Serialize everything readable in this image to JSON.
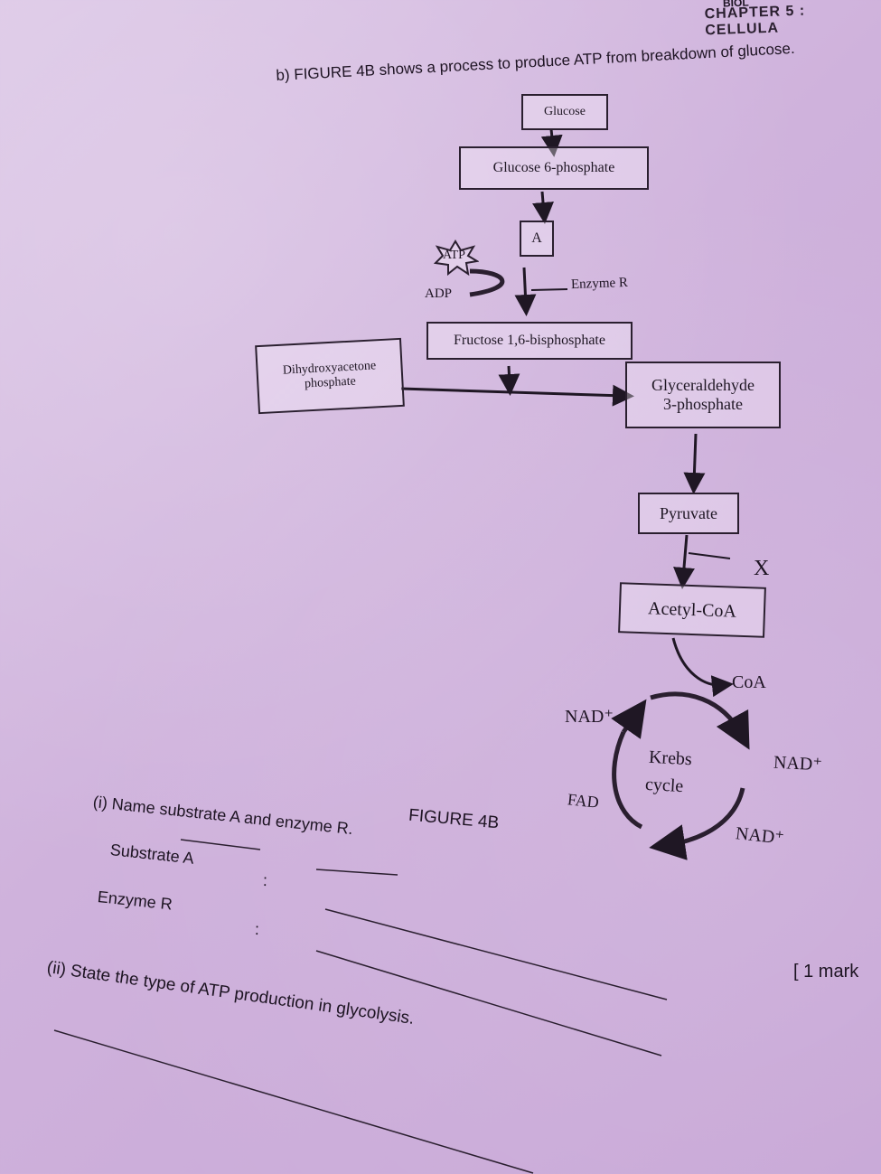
{
  "header": {
    "top_text": "BIOL",
    "chapter": "CHAPTER 5 : CELLULA"
  },
  "question_b": {
    "intro": "b) FIGURE 4B shows a process to produce ATP from breakdown of glucose."
  },
  "diagram": {
    "glucose": "Glucose",
    "glucose_6_phosphate": "Glucose 6-phosphate",
    "a": "A",
    "atp": "ATP",
    "adp": "ADP",
    "enzyme_r": "Enzyme R",
    "fructose": "Fructose 1,6-bisphosphate",
    "dhap_line1": "Dihydroxyacetone",
    "dhap_line2": "phosphate",
    "g3p_line1": "Glyceraldehyde",
    "g3p_line2": "3-phosphate",
    "pyruvate": "Pyruvate",
    "x": "X",
    "acetyl_coa": "Acetyl-CoA",
    "coa": "CoA",
    "krebs_line1": "Krebs",
    "krebs_line2": "cycle",
    "nad_left": "NAD⁺",
    "nad_right": "NAD⁺",
    "nad_bottom": "NAD⁺",
    "fad": "FAD",
    "figure_label": "FIGURE 4B"
  },
  "questions": {
    "q1": "(i) Name substrate A and enzyme R.",
    "substrate_label": "Substrate A",
    "enzyme_label": "Enzyme R",
    "colon": ":",
    "mark": "[ 1 mark",
    "q2": "(ii) State the type of ATP production in glycolysis."
  },
  "colors": {
    "paper": "#d6bde3",
    "ink": "#1e1423"
  }
}
